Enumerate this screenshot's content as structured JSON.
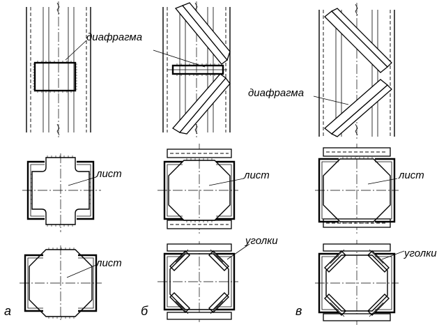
{
  "labels": {
    "diaphragm_a": "диафрагма",
    "diaphragm_v": "диафрагма",
    "sheet_a1": "лист",
    "sheet_a2": "лист",
    "sheet_b": "лист",
    "sheet_v": "лист",
    "angles_b": "уголки",
    "angles_v": "уголки"
  },
  "panels": [
    {
      "letter": "а"
    },
    {
      "letter": "б"
    },
    {
      "letter": "в"
    }
  ]
}
